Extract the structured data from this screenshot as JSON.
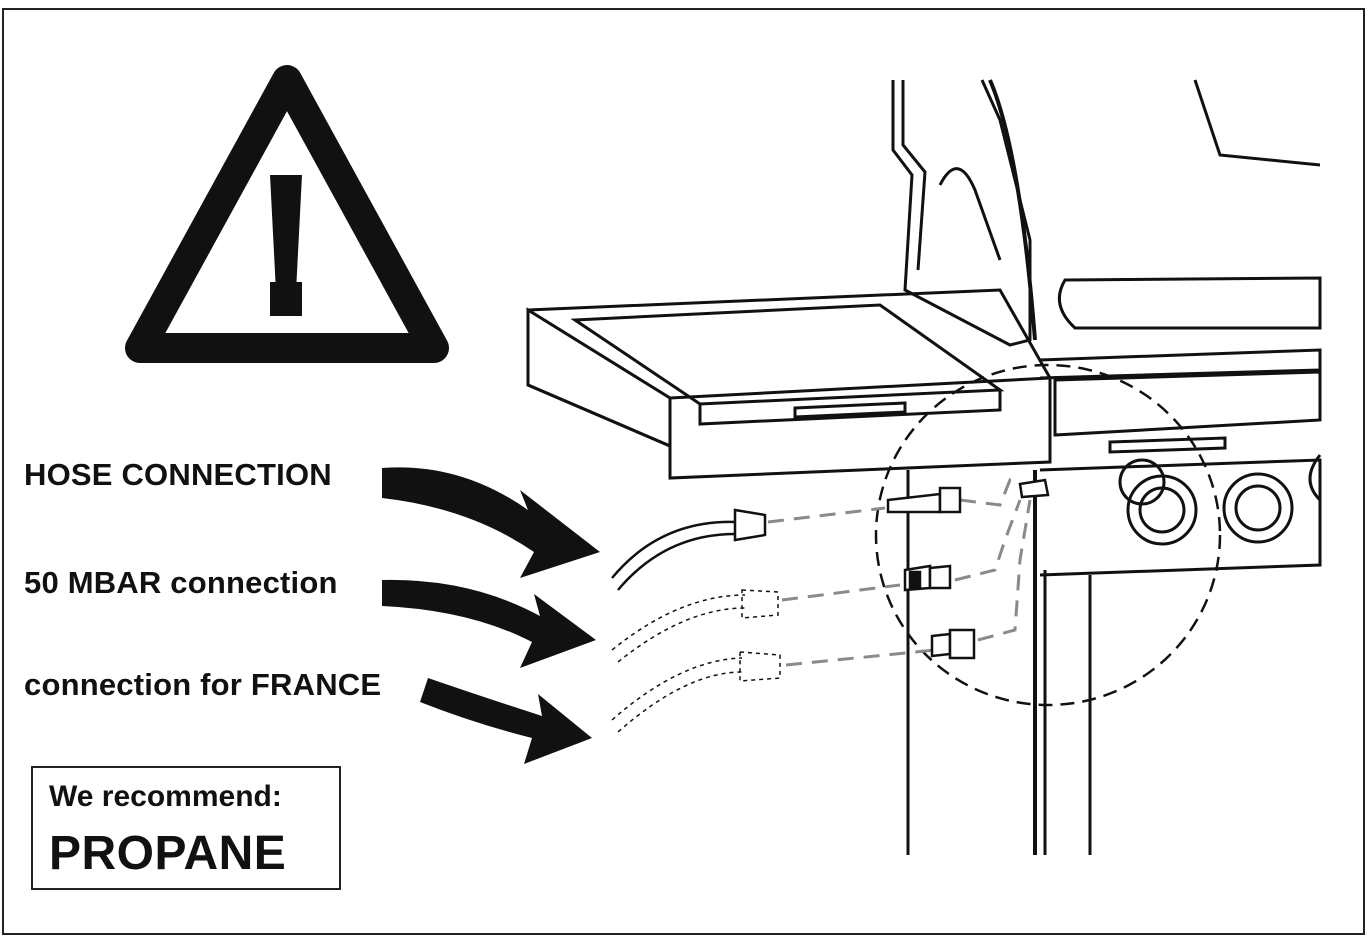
{
  "labels": {
    "hose_connection": "HOSE CONNECTION",
    "mbar_connection": "50 MBAR connection",
    "france_connection": "connection for FRANCE"
  },
  "recommendation": {
    "line": "We recommend:",
    "gas": "PROPANE"
  },
  "colors": {
    "ink": "#111111",
    "dash": "#8a8a8a",
    "background": "#ffffff"
  },
  "icons": {
    "warning": "warning-triangle-icon",
    "arrow": "curved-arrow-icon"
  }
}
